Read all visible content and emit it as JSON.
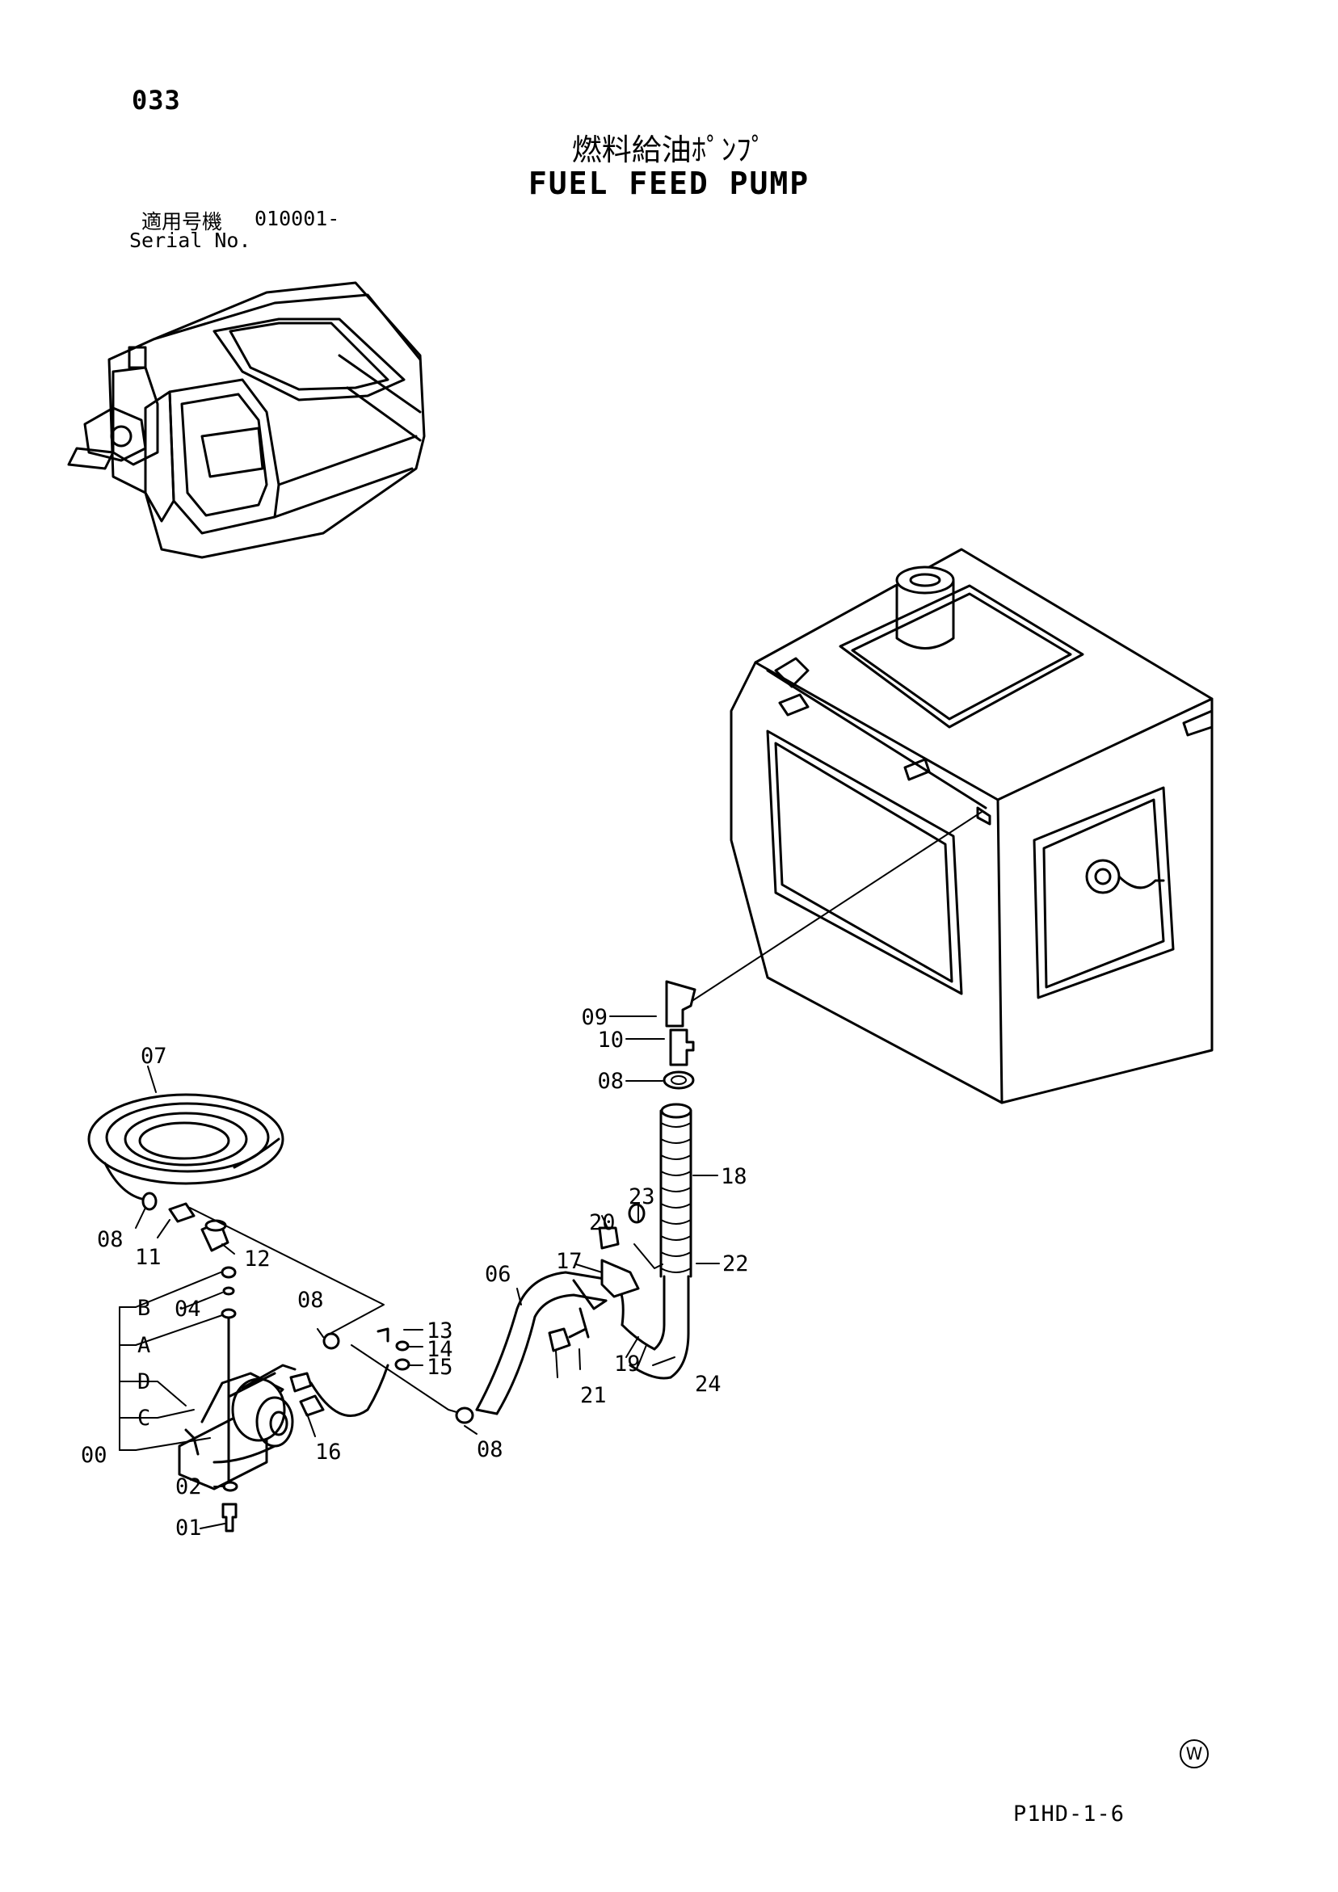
{
  "header": {
    "page_number": "033",
    "title_jp": "燃料給油ﾎﾟﾝﾌﾟ",
    "title_en": "FUEL FEED PUMP",
    "serial_label_jp": "適用号機",
    "serial_value": "010001-",
    "serial_label_en": "Serial No."
  },
  "callouts": {
    "c00": "00",
    "c01": "01",
    "c02": "02",
    "c04": "04",
    "c06": "06",
    "c07": "07",
    "c08a": "08",
    "c08b": "08",
    "c08c": "08",
    "c08d": "08",
    "c09": "09",
    "c10": "10",
    "c11": "11",
    "c12": "12",
    "c13": "13",
    "c14": "14",
    "c15": "15",
    "c16": "16",
    "c17": "17",
    "c18": "18",
    "c19": "19",
    "c20": "20",
    "c21": "21",
    "c22": "22",
    "c23": "23",
    "c24": "24",
    "cA": "A",
    "cB": "B",
    "cC": "C",
    "cD": "D"
  },
  "footer": {
    "watermark": "W",
    "page_code": "P1HD-1-6"
  }
}
